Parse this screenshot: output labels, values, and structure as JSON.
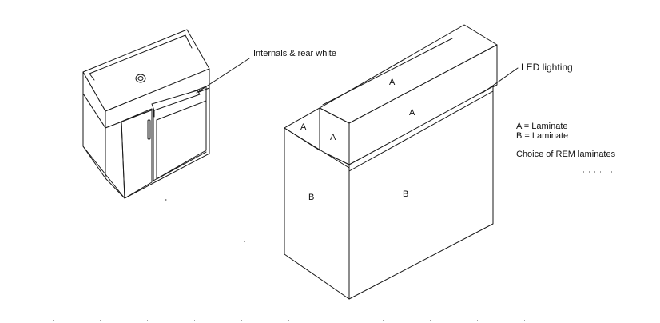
{
  "small_unit": {
    "callout": "Internals & rear white"
  },
  "large_unit": {
    "callout": "LED lighting",
    "panel_labels": {
      "top_back": "A",
      "top_front": "A",
      "step_top": "A",
      "step_front": "A",
      "left_side": "B",
      "front_face": "B"
    }
  },
  "legend": {
    "line_a": "A = Laminate",
    "line_b": "B = Laminate",
    "note": "Choice of REM laminates"
  }
}
